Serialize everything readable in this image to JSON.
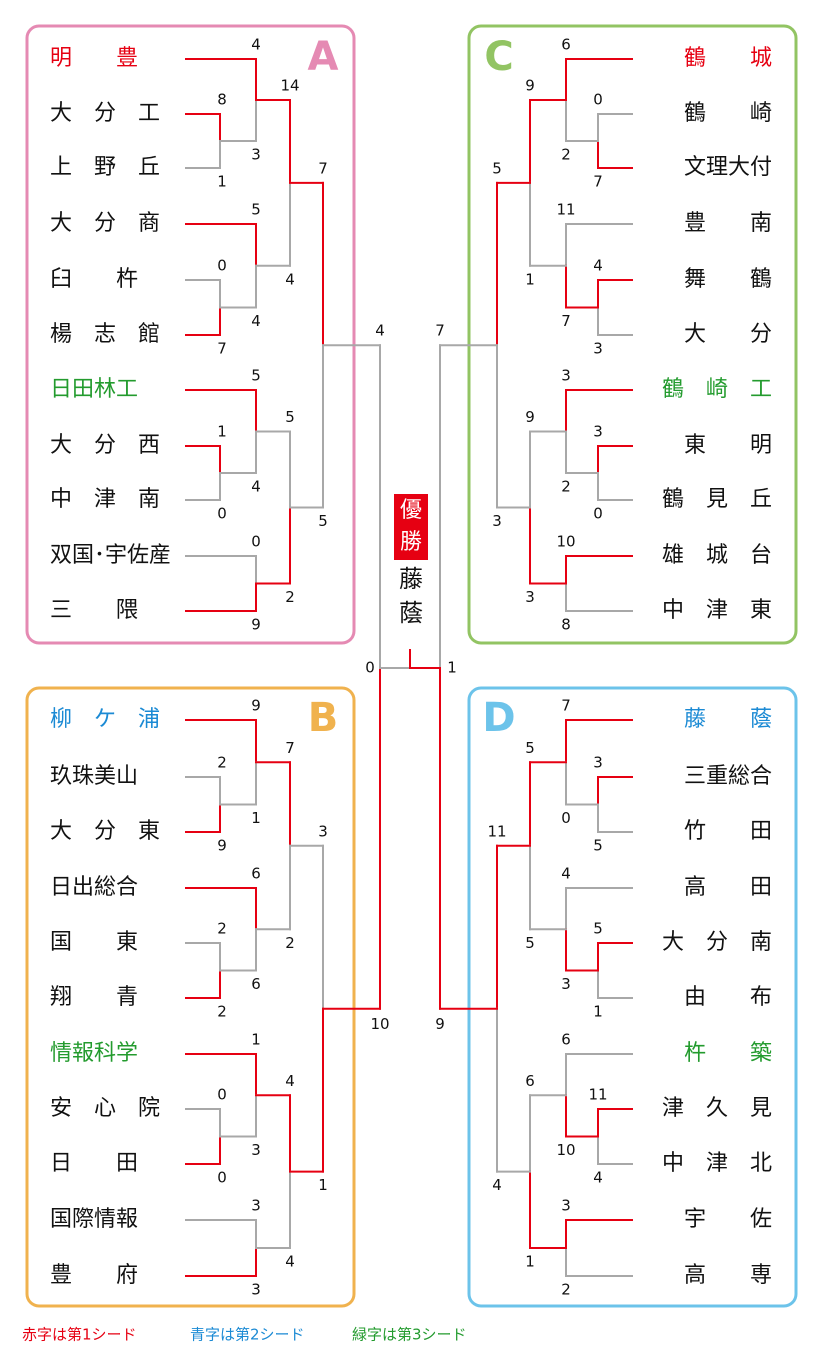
{
  "colors": {
    "seed1": "#e60012",
    "seed2": "#1b8ad4",
    "seed3": "#239b2e",
    "normal": "#111111",
    "win_line": "#e60012",
    "lose_line": "#a8a8a8",
    "A": "#e58ab3",
    "B": "#f0b24e",
    "C": "#92c463",
    "D": "#6cc3ea"
  },
  "blocks": [
    {
      "id": "A",
      "label": "A",
      "teams": [
        {
          "name": "明　　豊",
          "seed": 1
        },
        {
          "name": "大　分　工",
          "seed": 0
        },
        {
          "name": "上　野　丘",
          "seed": 0
        },
        {
          "name": "大　分　商",
          "seed": 0
        },
        {
          "name": "臼　　杵",
          "seed": 0
        },
        {
          "name": "楊　志　館",
          "seed": 0
        },
        {
          "name": "日田林工",
          "seed": 3
        },
        {
          "name": "大　分　西",
          "seed": 0
        },
        {
          "name": "中　津　南",
          "seed": 0
        },
        {
          "name": "双国･宇佐産",
          "seed": 0
        },
        {
          "name": "三　　隈",
          "seed": 0
        }
      ]
    },
    {
      "id": "B",
      "label": "B",
      "teams": [
        {
          "name": "柳　ケ　浦",
          "seed": 2
        },
        {
          "name": "玖珠美山",
          "seed": 0
        },
        {
          "name": "大　分　東",
          "seed": 0
        },
        {
          "name": "日出総合",
          "seed": 0
        },
        {
          "name": "国　　東",
          "seed": 0
        },
        {
          "name": "翔　　青",
          "seed": 0
        },
        {
          "name": "情報科学",
          "seed": 3
        },
        {
          "name": "安　心　院",
          "seed": 0
        },
        {
          "name": "日　　田",
          "seed": 0
        },
        {
          "name": "国際情報",
          "seed": 0
        },
        {
          "name": "豊　　府",
          "seed": 0
        }
      ]
    },
    {
      "id": "C",
      "label": "C",
      "teams": [
        {
          "name": "鶴　　城",
          "seed": 1
        },
        {
          "name": "鶴　　崎",
          "seed": 0
        },
        {
          "name": "文理大付",
          "seed": 0
        },
        {
          "name": "豊　　南",
          "seed": 0
        },
        {
          "name": "舞　　鶴",
          "seed": 0
        },
        {
          "name": "大　　分",
          "seed": 0
        },
        {
          "name": "鶴　崎　工",
          "seed": 3
        },
        {
          "name": "東　　明",
          "seed": 0
        },
        {
          "name": "鶴　見　丘",
          "seed": 0
        },
        {
          "name": "雄　城　台",
          "seed": 0
        },
        {
          "name": "中　津　東",
          "seed": 0
        }
      ]
    },
    {
      "id": "D",
      "label": "D",
      "teams": [
        {
          "name": "藤　　蔭",
          "seed": 2
        },
        {
          "name": "三重総合",
          "seed": 0
        },
        {
          "name": "竹　　田",
          "seed": 0
        },
        {
          "name": "高　　田",
          "seed": 0
        },
        {
          "name": "大　分　南",
          "seed": 0
        },
        {
          "name": "由　　布",
          "seed": 0
        },
        {
          "name": "杵　　築",
          "seed": 3
        },
        {
          "name": "津　久　見",
          "seed": 0
        },
        {
          "name": "中　津　北",
          "seed": 0
        },
        {
          "name": "宇　　佐",
          "seed": 0
        },
        {
          "name": "高　　専",
          "seed": 0
        }
      ]
    }
  ],
  "scores": {
    "A": [
      "4",
      "8",
      "3",
      "1",
      "14",
      "5",
      "0",
      "4",
      "7",
      "4",
      "7",
      "5",
      "1",
      "4",
      "0",
      "5",
      "0",
      "2",
      "9",
      "5"
    ],
    "B": [
      "9",
      "2",
      "1",
      "9",
      "7",
      "6",
      "2",
      "6",
      "3",
      "2",
      "2",
      "1",
      "0",
      "3",
      "0",
      "4",
      "3",
      "4",
      "3",
      "1"
    ],
    "C": [
      "6",
      "0",
      "2",
      "7",
      "9",
      "11",
      "4",
      "7",
      "3",
      "1",
      "5",
      "3",
      "3",
      "2",
      "0",
      "9",
      "10",
      "8",
      "3",
      "3"
    ],
    "D": [
      "7",
      "3",
      "0",
      "5",
      "5",
      "4",
      "5",
      "3",
      "1",
      "5",
      "11",
      "6",
      "11",
      "10",
      "4",
      "6",
      "3",
      "2",
      "1",
      "4"
    ],
    "final": [
      "4",
      "7",
      "10",
      "9",
      "0",
      "1"
    ]
  },
  "champion": {
    "badge": "優勝",
    "name": "藤蔭"
  },
  "legend": [
    {
      "text": "赤字は第1シード",
      "color": "#e60012"
    },
    {
      "text": "青字は第2シード",
      "color": "#1b8ad4"
    },
    {
      "text": "緑字は第3シード",
      "color": "#239b2e"
    }
  ]
}
